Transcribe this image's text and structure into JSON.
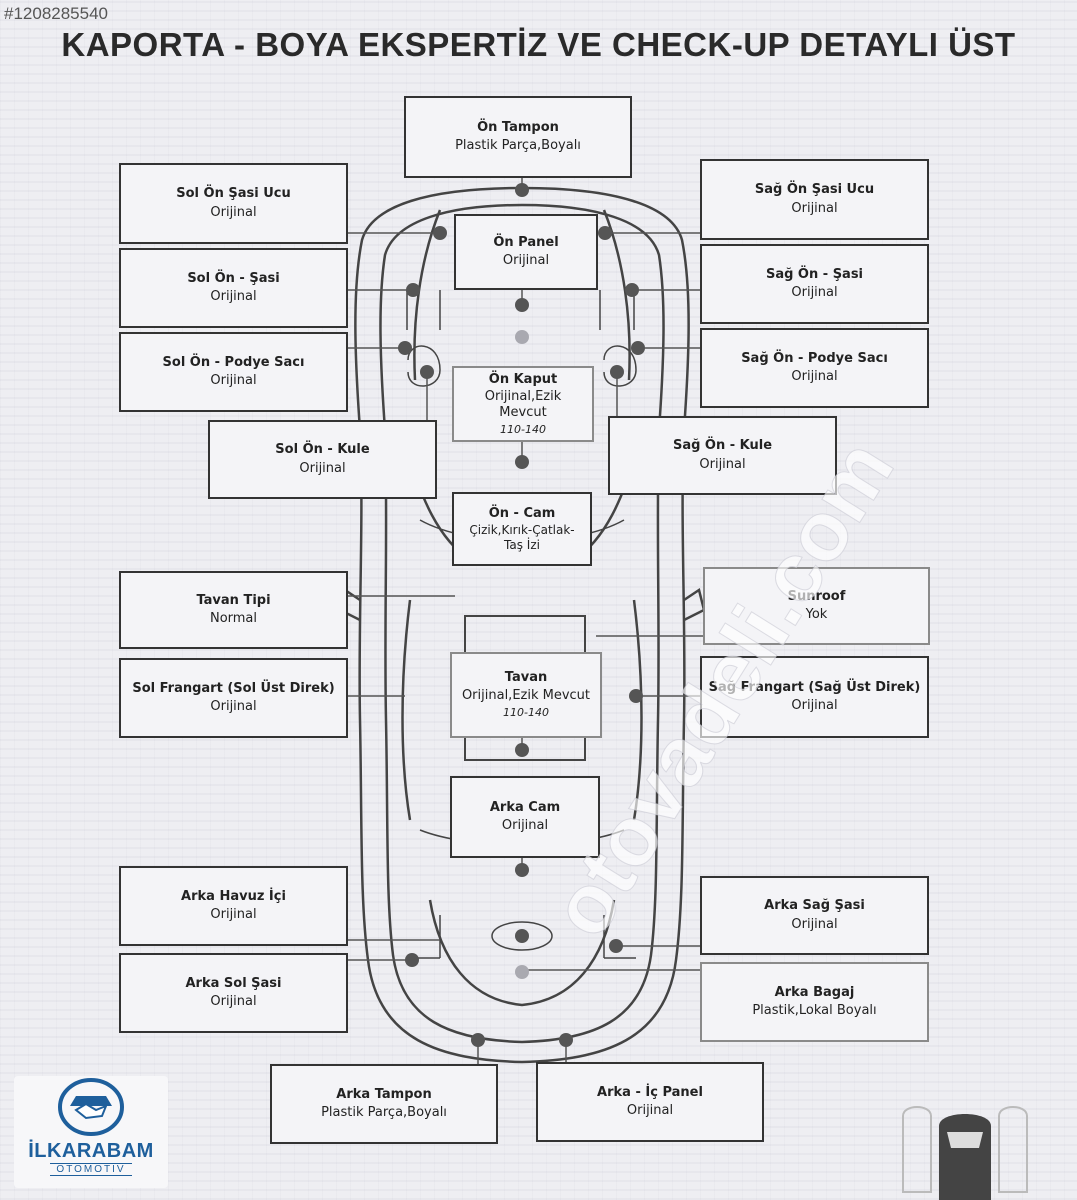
{
  "stock_id": "#1208285540",
  "title": "KAPORTA - BOYA EKSPERTİZ VE CHECK-UP DETAYLI ÜST",
  "watermark": "otovadeli.com",
  "logo": {
    "name": "İLKARABAM",
    "sub": "OTOMOTİV"
  },
  "panels": {
    "on_tampon": {
      "label": "Ön Tampon",
      "value": "Plastik Parça,Boyalı"
    },
    "sol_on_sasi_ucu": {
      "label": "Sol Ön Şasi Ucu",
      "value": "Orijinal"
    },
    "sag_on_sasi_ucu": {
      "label": "Sağ Ön Şasi Ucu",
      "value": "Orijinal"
    },
    "on_panel": {
      "label": "Ön Panel",
      "value": "Orijinal"
    },
    "sol_on_sasi": {
      "label": "Sol Ön - Şasi",
      "value": "Orijinal"
    },
    "sag_on_sasi": {
      "label": "Sağ Ön - Şasi",
      "value": "Orijinal"
    },
    "sol_on_podye": {
      "label": "Sol Ön - Podye Sacı",
      "value": "Orijinal"
    },
    "sag_on_podye": {
      "label": "Sağ Ön - Podye Sacı",
      "value": "Orijinal"
    },
    "on_kaput": {
      "label": "Ön Kaput",
      "value": "Orijinal,Ezik Mevcut",
      "range": "110-140"
    },
    "sol_on_kule": {
      "label": "Sol Ön - Kule",
      "value": "Orijinal"
    },
    "sag_on_kule": {
      "label": "Sağ Ön - Kule",
      "value": "Orijinal"
    },
    "on_cam": {
      "label": "Ön - Cam",
      "value": "Çizik,Kırık-Çatlak-Taş İzi"
    },
    "tavan_tipi": {
      "label": "Tavan Tipi",
      "value": "Normal"
    },
    "sunroof": {
      "label": "Sunroof",
      "value": "Yok"
    },
    "sol_frangart": {
      "label": "Sol Frangart (Sol Üst Direk)",
      "value": "Orijinal"
    },
    "sag_frangart": {
      "label": "Sağ Frangart (Sağ Üst Direk)",
      "value": "Orijinal"
    },
    "tavan": {
      "label": "Tavan",
      "value": "Orijinal,Ezik Mevcut",
      "range": "110-140"
    },
    "arka_cam": {
      "label": "Arka Cam",
      "value": "Orijinal"
    },
    "arka_havuz": {
      "label": "Arka Havuz İçi",
      "value": "Orijinal"
    },
    "arka_sag_sasi": {
      "label": "Arka Sağ Şasi",
      "value": "Orijinal"
    },
    "arka_sol_sasi": {
      "label": "Arka Sol Şasi",
      "value": "Orijinal"
    },
    "arka_bagaj": {
      "label": "Arka Bagaj",
      "value": "Plastik,Lokal Boyalı"
    },
    "arka_tampon": {
      "label": "Arka Tampon",
      "value": "Plastik Parça,Boyalı"
    },
    "arka_ic_panel": {
      "label": "Arka - İç Panel",
      "value": "Orijinal"
    }
  }
}
